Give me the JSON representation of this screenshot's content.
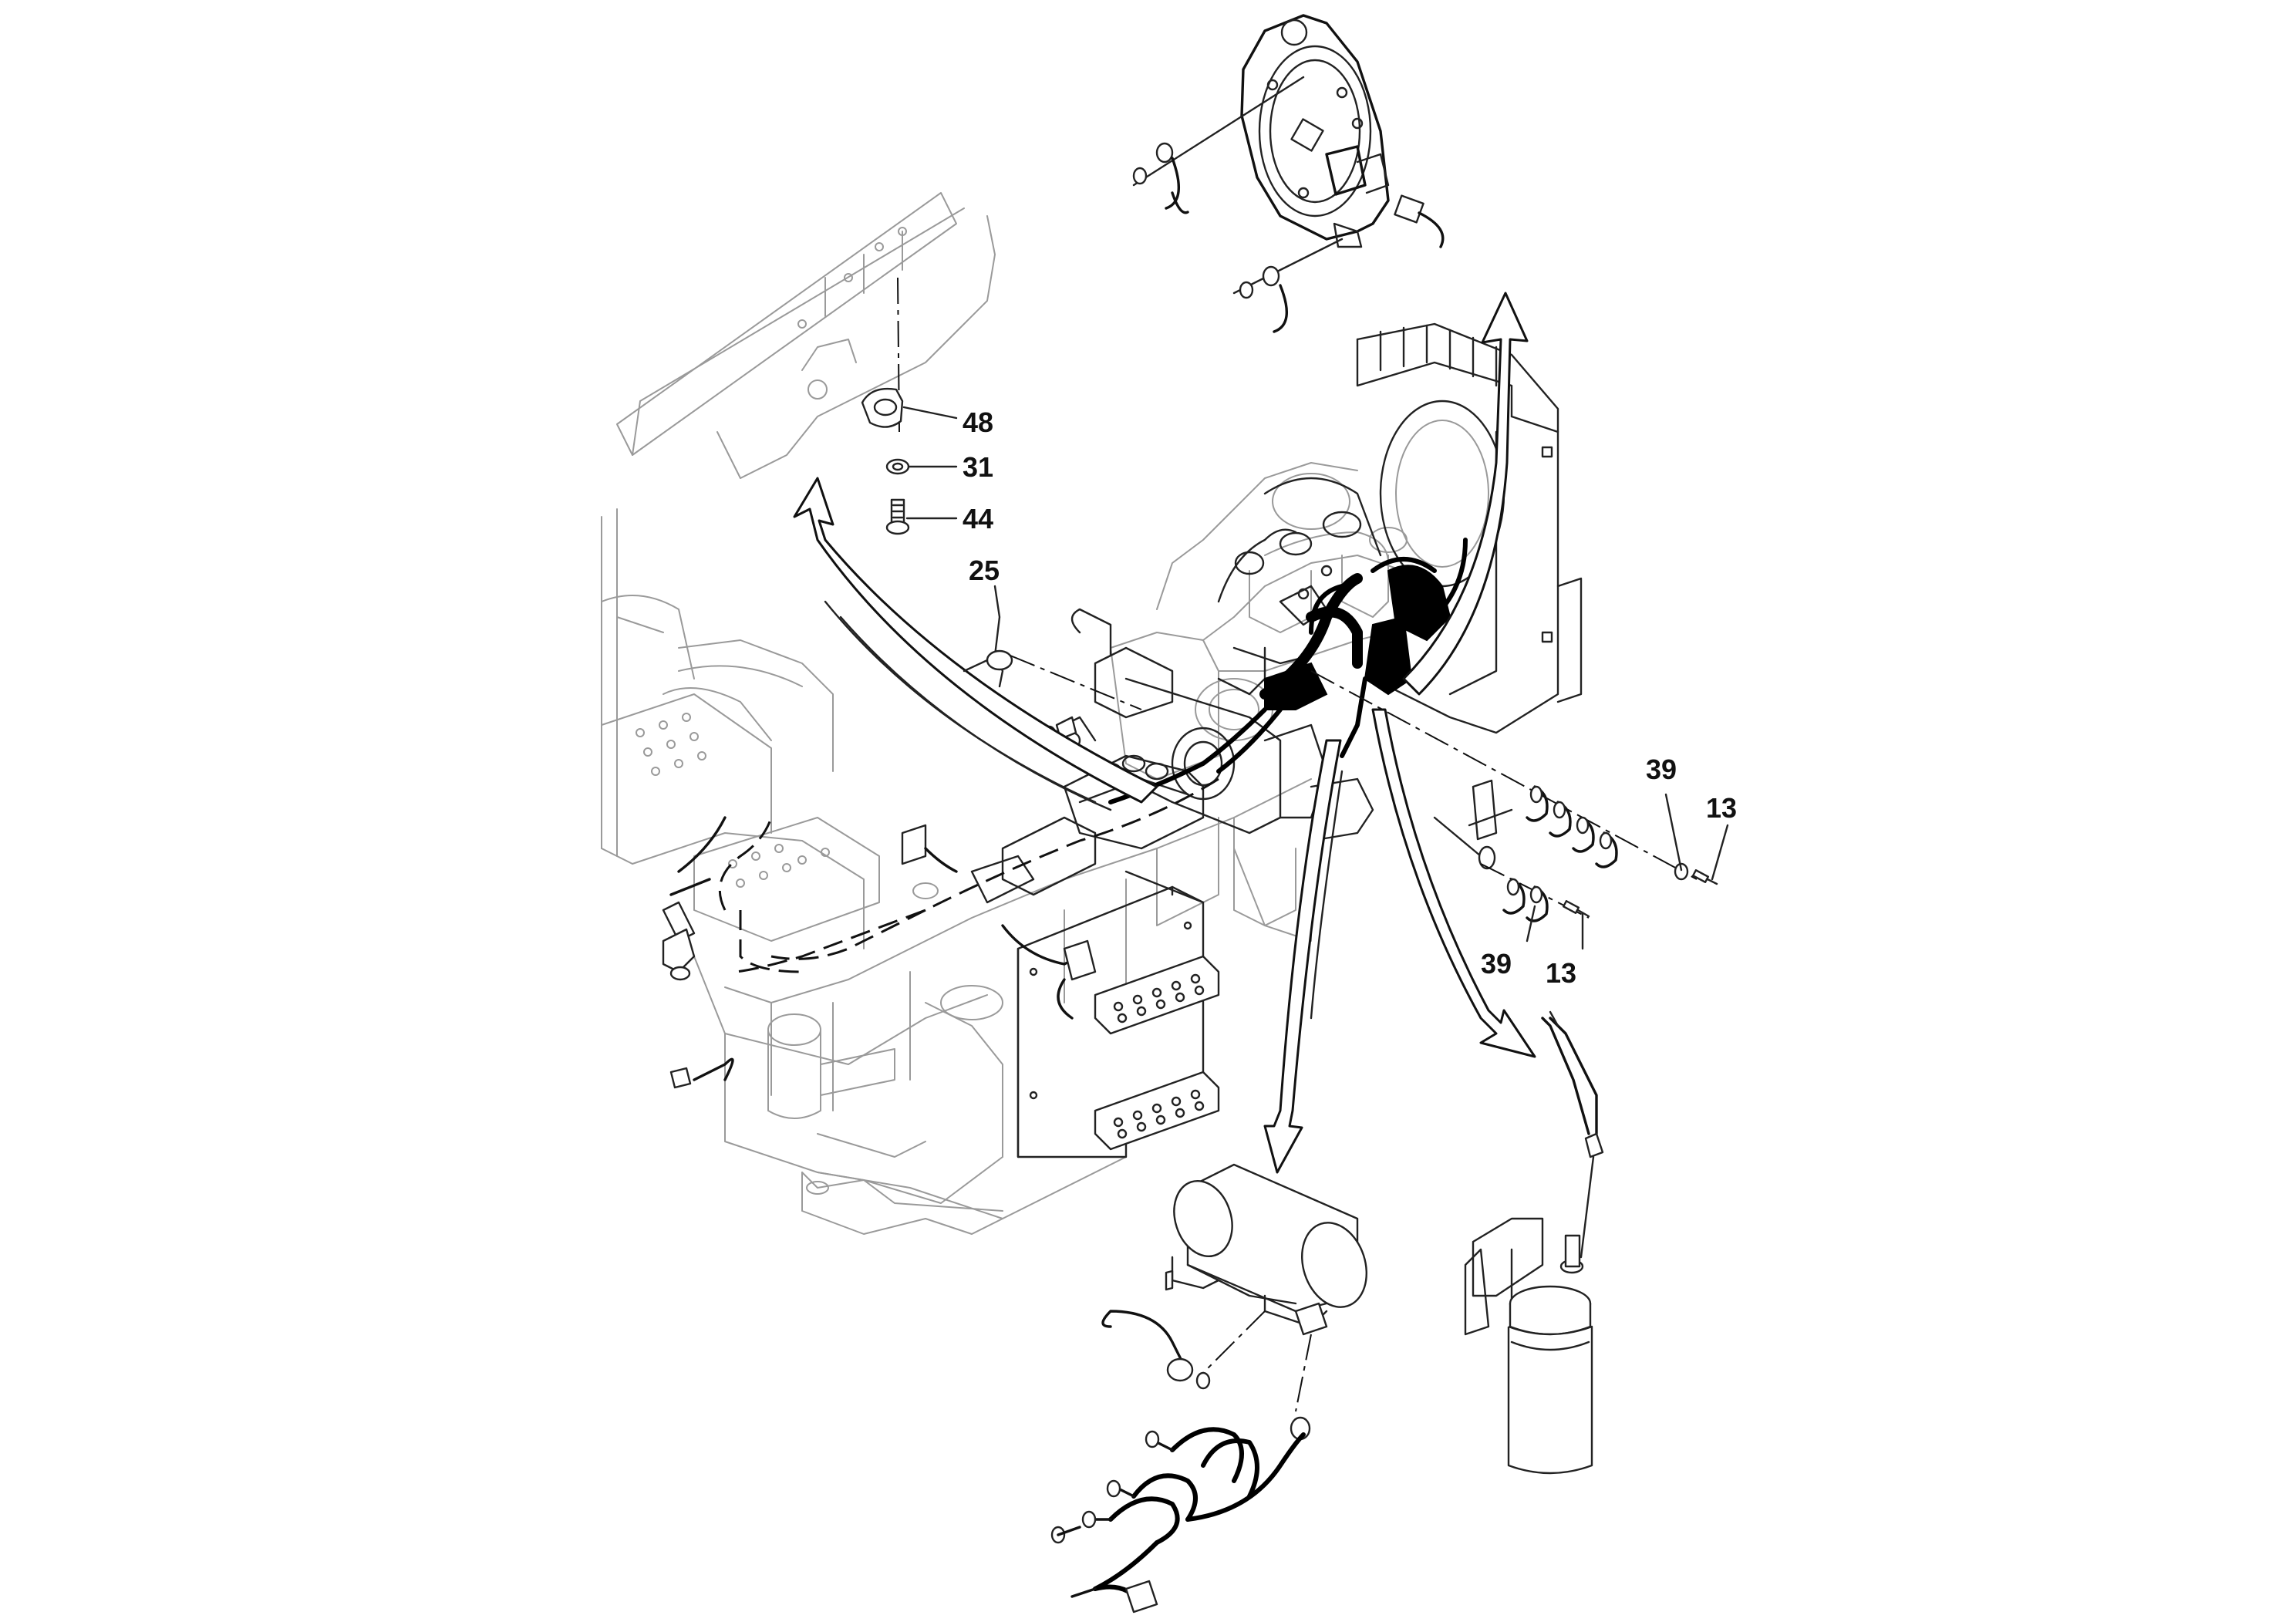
{
  "callouts": [
    {
      "id": "48",
      "label": "48"
    },
    {
      "id": "31",
      "label": "31"
    },
    {
      "id": "44",
      "label": "44"
    },
    {
      "id": "25",
      "label": "25"
    },
    {
      "id": "39a",
      "label": "39"
    },
    {
      "id": "13a",
      "label": "13"
    },
    {
      "id": "39b",
      "label": "39"
    },
    {
      "id": "13b",
      "label": "13"
    }
  ]
}
